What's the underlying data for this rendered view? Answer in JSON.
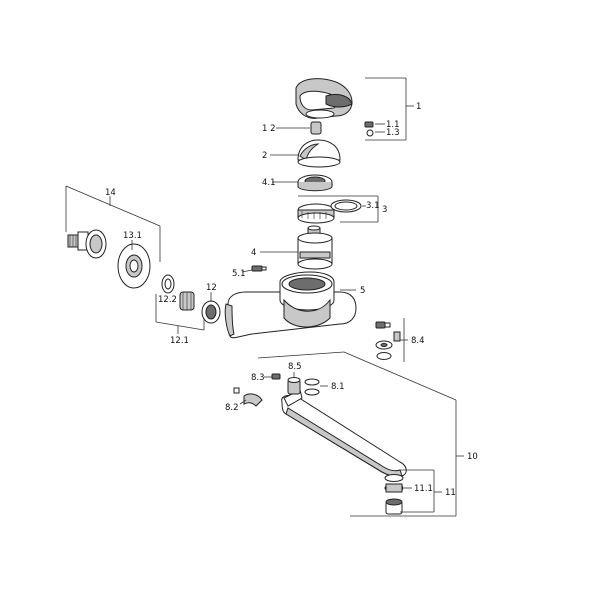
{
  "labels": {
    "l1": "1",
    "l1_1": "1.1",
    "l1_3": "1.3",
    "l12_top": "1 2",
    "l2": "2",
    "l4_1": "4.1",
    "l3_1": "3.1",
    "l3": "3",
    "l14": "14",
    "l13_1": "13.1",
    "l4": "4",
    "l5_1": "5.1",
    "l12": "12",
    "l12_2": "12.2",
    "l5": "5",
    "l12_1": "12.1",
    "l8_4": "8.4",
    "l8_5": "8.5",
    "l8_3": "8.3",
    "l8_1": "8.1",
    "l8_2": "8.2",
    "l10": "10",
    "l11_1": "11.1",
    "l11": "11"
  }
}
